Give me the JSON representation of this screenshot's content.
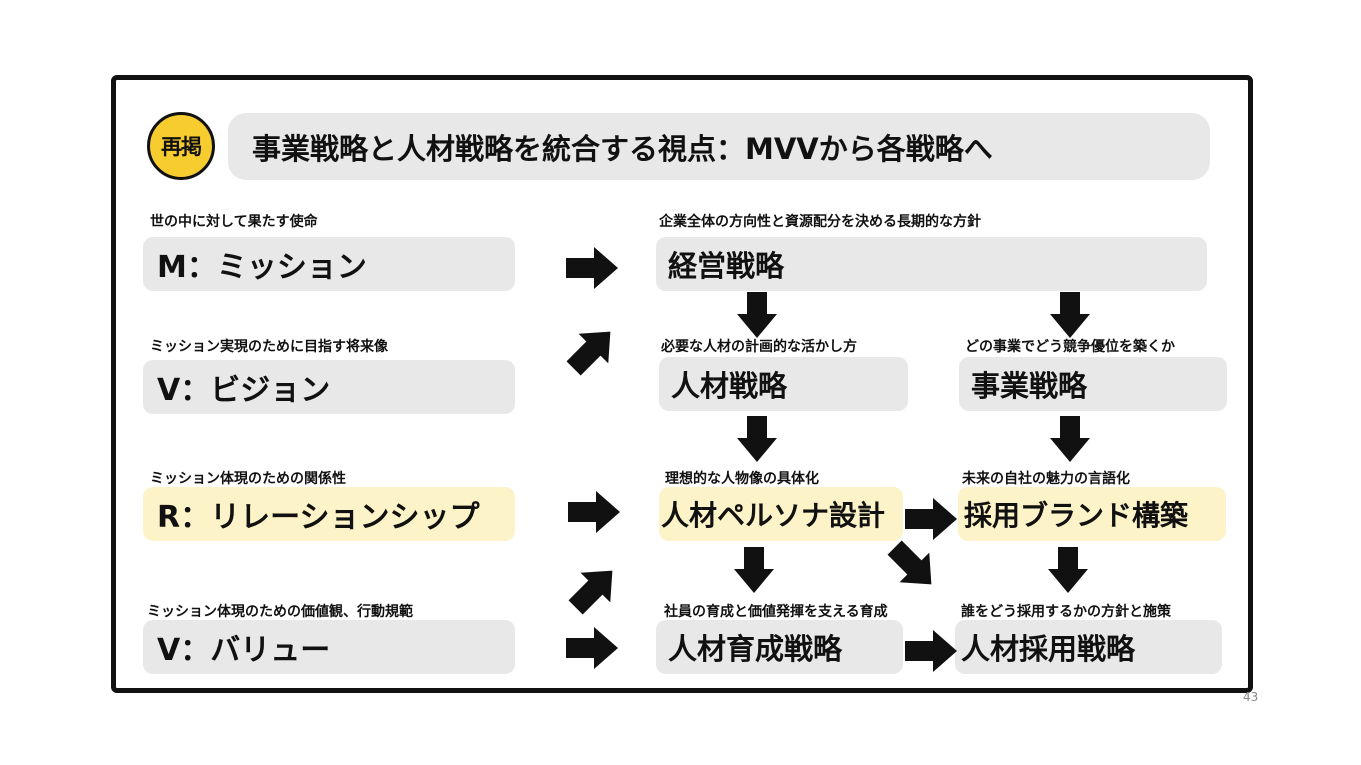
{
  "badge": "再掲",
  "title": "事業戦略と人材戦略を統合する視点：MVVから各戦略へ",
  "left": {
    "mission": {
      "caption": "世の中に対して果たす使命",
      "label": "M：ミッション"
    },
    "vision": {
      "caption": "ミッション実現のために目指す将来像",
      "label": "V：ビジョン"
    },
    "relationship": {
      "caption": "ミッション体現のための関係性",
      "label": "R：リレーションシップ"
    },
    "value": {
      "caption": "ミッション体現のための価値観、行動規範",
      "label": "V：バリュー"
    }
  },
  "management": {
    "caption": "企業全体の方向性と資源配分を決める長期的な方針",
    "label": "経営戦略"
  },
  "hr_strategy": {
    "caption": "必要な人材の計画的な活かし方",
    "label": "人材戦略"
  },
  "business_strategy": {
    "caption": "どの事業でどう競争優位を築くか",
    "label": "事業戦略"
  },
  "persona": {
    "caption": "理想的な人物像の具体化",
    "label": "人材ペルソナ設計"
  },
  "brand": {
    "caption": "未来の自社の魅力の言語化",
    "label": "採用ブランド構築"
  },
  "development": {
    "caption": "社員の育成と価値発揮を支える育成",
    "label": "人材育成戦略"
  },
  "recruiting": {
    "caption": "誰をどう採用するかの方針と施策",
    "label": "人材採用戦略"
  },
  "page_number": "43",
  "colors": {
    "badge": "#f7cc2f",
    "box_gray": "#e8e8e8",
    "box_yellow": "#fdf3c8",
    "arrow": "#111111"
  }
}
